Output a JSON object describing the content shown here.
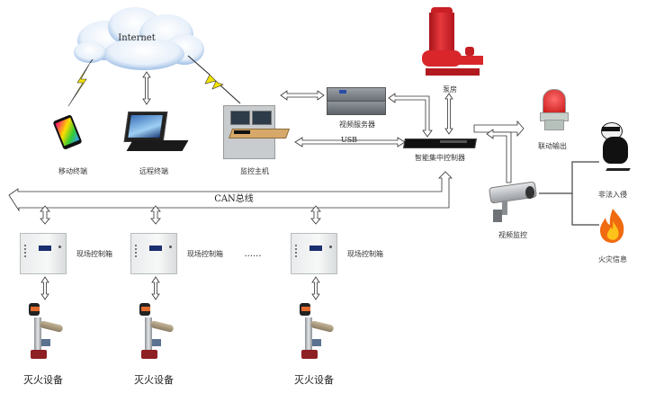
{
  "diagram": {
    "cloud": {
      "label": "Internet"
    },
    "nodes": {
      "mobile": {
        "label": "移动终端",
        "icon": "smartphone-icon"
      },
      "laptop": {
        "label": "远程终端",
        "icon": "laptop-icon"
      },
      "console": {
        "label": "监控主机",
        "icon": "control-console-icon"
      },
      "video_server": {
        "label": "视频服务器",
        "icon": "video-server-icon"
      },
      "pump": {
        "label": "泵房",
        "icon": "fire-pump-icon"
      },
      "controller": {
        "label": "智能集中控制器",
        "icon": "rack-controller-icon"
      },
      "linkage": {
        "label": "联动输出",
        "icon": "alarm-beacon-icon"
      },
      "camera": {
        "label": "视频监控",
        "icon": "cctv-camera-icon"
      },
      "intrusion": {
        "label": "非法入侵",
        "icon": "burglar-icon"
      },
      "fire_info": {
        "label": "火灾信息",
        "icon": "flame-icon"
      }
    },
    "links": {
      "usb": "USB",
      "can_bus": "CAN总线"
    },
    "field_units": [
      {
        "box_label": "现场控制箱",
        "device_label": "灭火设备"
      },
      {
        "box_label": "现场控制箱",
        "device_label": "灭火设备"
      },
      {
        "box_label": "现场控制箱",
        "device_label": "灭火设备"
      }
    ],
    "ellipsis": "......"
  },
  "colors": {
    "pump_red": "#d8262b",
    "bolt_yellow": "#f2e200",
    "cloud_blue": "#a9c6e8",
    "flame_orange": "#f06a10"
  }
}
